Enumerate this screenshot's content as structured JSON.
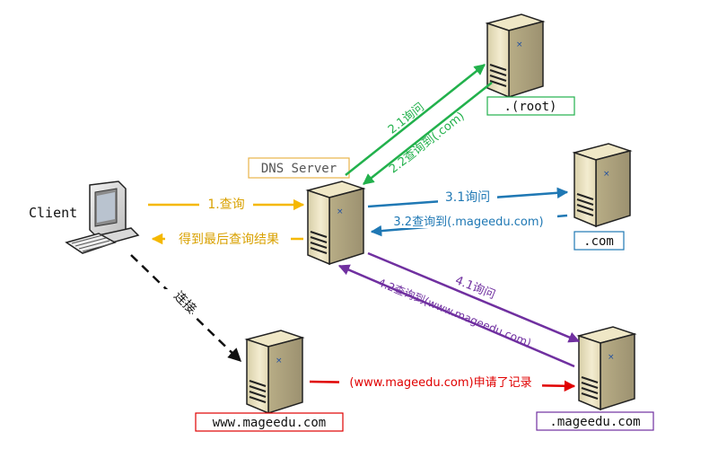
{
  "nodes": {
    "client": {
      "label": "Client"
    },
    "dns_server": {
      "label": "DNS Server"
    },
    "root": {
      "label": ".(root)"
    },
    "com": {
      "label": ".com"
    },
    "mageedu_ns": {
      "label": ".mageedu.com"
    },
    "www_host": {
      "label": "www.mageedu.com"
    }
  },
  "edges": {
    "e1_query": {
      "label": "1.查询"
    },
    "e_result": {
      "label": "得到最后查询结果"
    },
    "e21_query": {
      "label": "2.1询问"
    },
    "e22_answer": {
      "label": "2.2查询到(.com)"
    },
    "e31_query": {
      "label": "3.1询问"
    },
    "e32_answer": {
      "label": "3.2查询到(.mageedu.com)"
    },
    "e41_query": {
      "label": "4.1询问"
    },
    "e42_answer": {
      "label": "4.2查询到(www.mageedu.com)"
    },
    "e_connect": {
      "label": "连接"
    },
    "e_record": {
      "label": "(www.mageedu.com)申请了记录"
    }
  },
  "colors": {
    "yellow": "#f5b800",
    "green": "#22b14c",
    "blue": "#1f78b4",
    "purple": "#7030a0",
    "red": "#e00000",
    "black": "#111111"
  }
}
